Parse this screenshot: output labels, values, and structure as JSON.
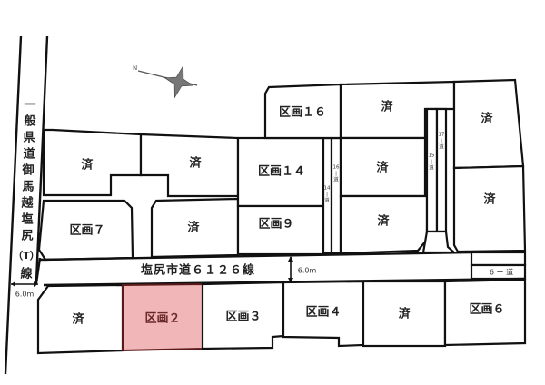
{
  "prefecture_road": {
    "name_chars": [
      "一",
      "般",
      "県",
      "道",
      "御",
      "馬",
      "越",
      "塩",
      "尻",
      "（T）",
      "線"
    ],
    "width": "6.0m"
  },
  "city_road": {
    "name": "塩尻市道６１２６線",
    "width": "6.0m"
  },
  "compass": {
    "north_label": "N"
  },
  "highlight_color": "#f0b6b8",
  "lots": {
    "lot16": "区画１６",
    "lot14": "区画１４",
    "lot9": "区画９",
    "lot7": "区画７",
    "lot2": "区画２",
    "lot3": "区画３",
    "lot4": "区画４",
    "lot6": "区画６",
    "sold": "済"
  },
  "paths": {
    "p14": [
      "14",
      "|",
      "道"
    ],
    "p16": [
      "16",
      "|",
      "道"
    ],
    "p15": [
      "15",
      "|",
      "道"
    ],
    "p17": [
      "17",
      "|",
      "道"
    ],
    "p6": "6 ー 道"
  }
}
